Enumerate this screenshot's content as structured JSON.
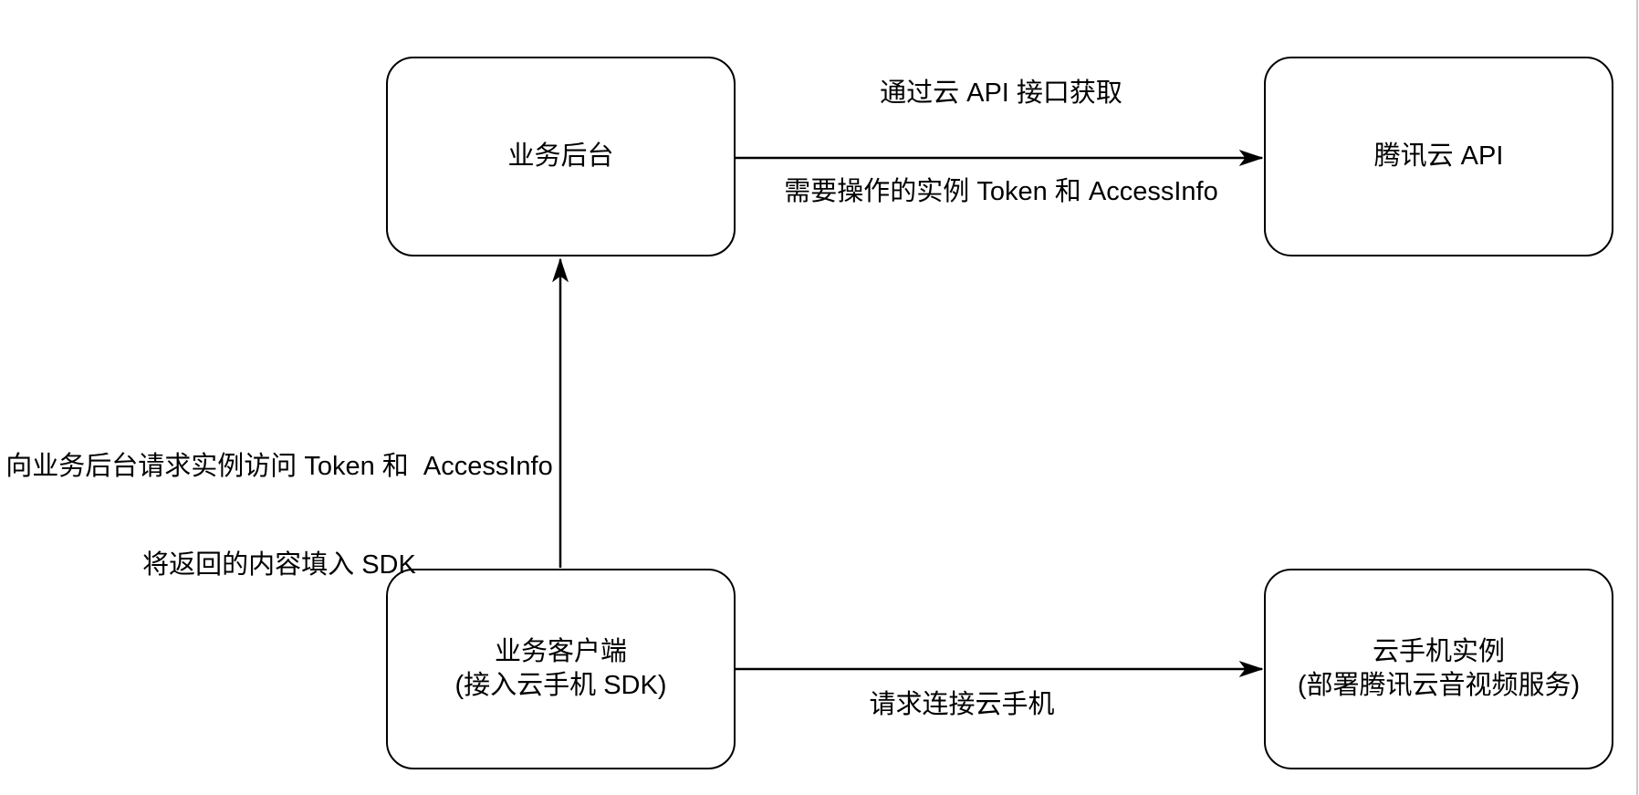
{
  "colors": {
    "background": "#ffffff",
    "ink": "#000000",
    "canvas_edge_line": "#c9c9c9"
  },
  "nodes": {
    "backend": {
      "label": "业务后台"
    },
    "tencent_api": {
      "label": "腾讯云 API"
    },
    "client": {
      "line1": "业务客户端",
      "line2": "(接入云手机 SDK)"
    },
    "instance": {
      "line1": "云手机实例",
      "line2": "(部署腾讯云音视频服务)"
    }
  },
  "edges": {
    "backend_to_tencent_api": {
      "line1": "通过云 API 接口获取",
      "line2": "需要操作的实例 Token 和 AccessInfo"
    },
    "client_to_backend": {
      "line1": "向业务后台请求实例访问 Token 和  AccessInfo",
      "line2": "将返回的内容填入 SDK"
    },
    "client_to_instance": {
      "label": "请求连接云手机"
    }
  }
}
